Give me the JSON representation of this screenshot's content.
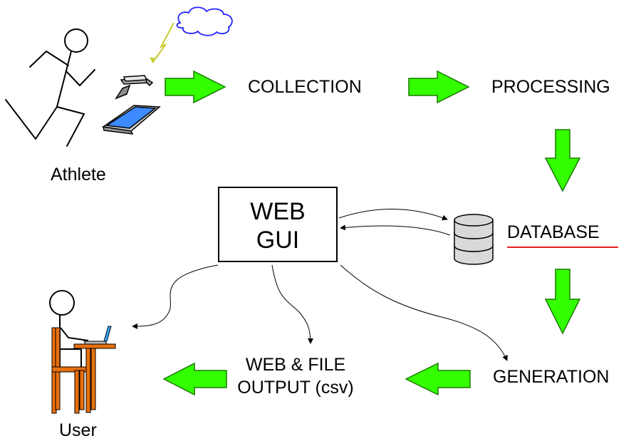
{
  "nodes": {
    "athlete": "Athlete",
    "collection": "COLLECTION",
    "processing": "PROCESSING",
    "database": "DATABASE",
    "web_gui_line1": "WEB",
    "web_gui_line2": "GUI",
    "generation": "GENERATION",
    "output_line1": "WEB & FILE",
    "output_line2": "OUTPUT (csv)",
    "user": "User"
  },
  "colors": {
    "flow_arrow_fill": "#33ff00",
    "flow_arrow_stroke": "#1a7a00",
    "database_underline": "#e02020",
    "cloud": "#2222ff",
    "lightning": "#c8cc33",
    "chair": "#e87010",
    "laptop_screen": "#33aaff"
  },
  "icons": [
    "athlete-figure-icon",
    "cloud-icon",
    "lightning-icon",
    "smartwatch-icon",
    "tablet-icon",
    "database-cylinder-icon",
    "user-at-desk-icon",
    "laptop-icon"
  ]
}
